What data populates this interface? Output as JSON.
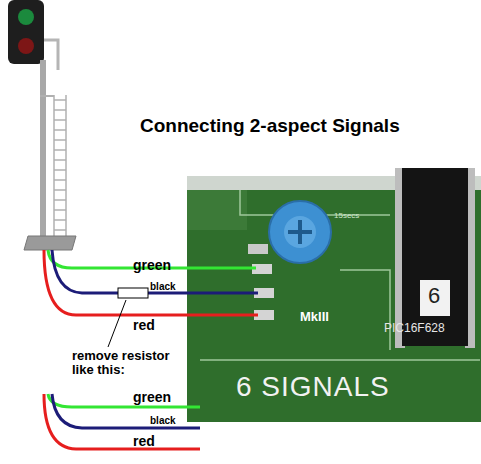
{
  "diagram": {
    "title": "Connecting 2-aspect Signals",
    "labels": [
      "green",
      "black",
      "red",
      "remove resistor like this:",
      "green",
      "black",
      "red",
      "15secs",
      "MkIII",
      "6",
      "PIC16F628",
      "6 SIGNALS"
    ]
  }
}
